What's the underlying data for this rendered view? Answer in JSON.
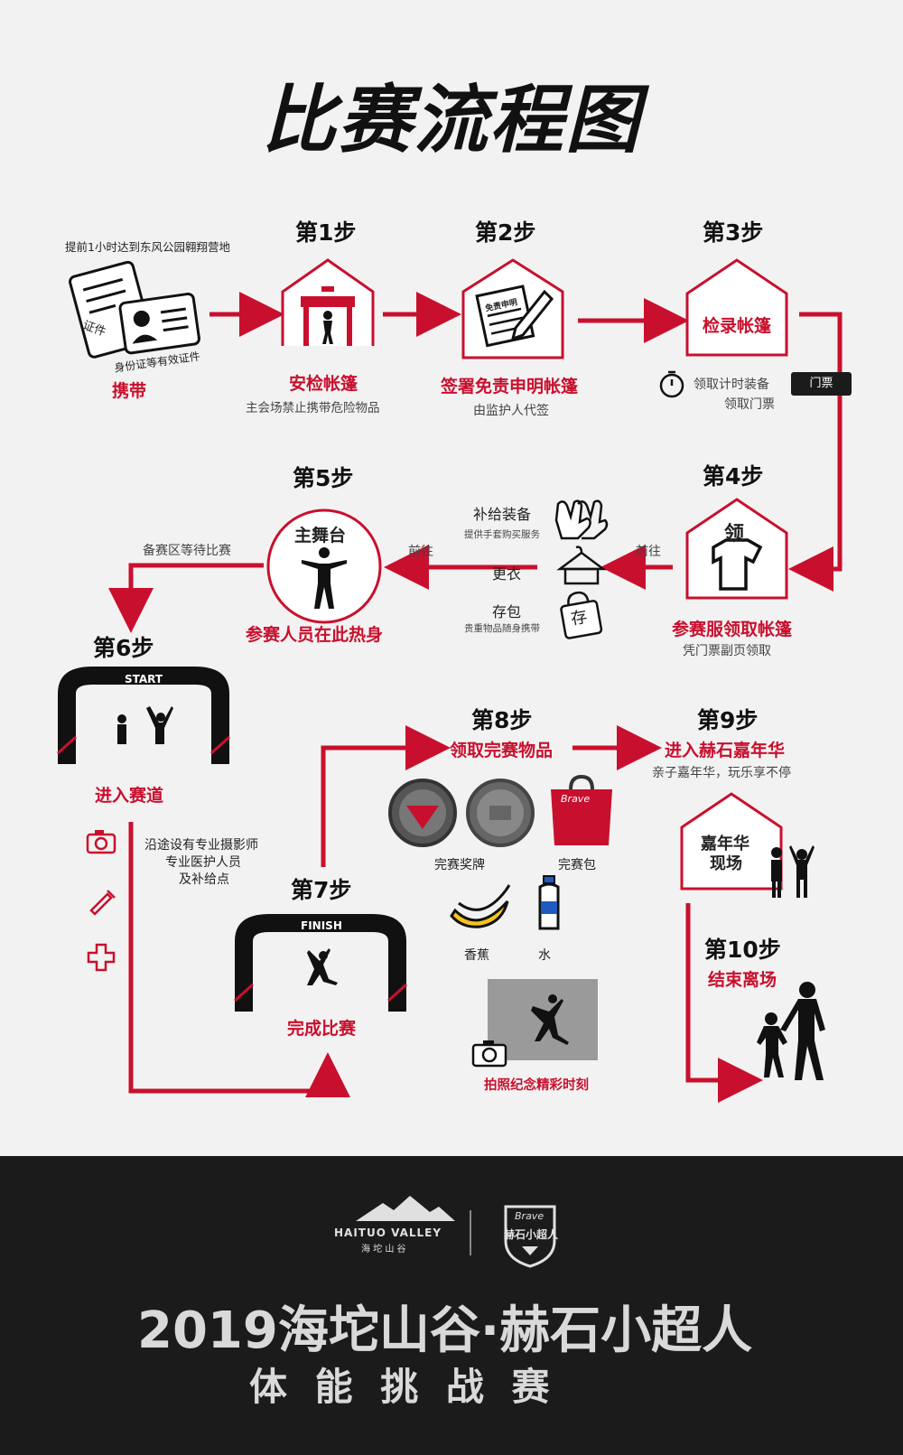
{
  "title": "比赛流程图",
  "colors": {
    "accent": "#c8102e",
    "dark": "#1b1b1b",
    "background": "#f3f2f2"
  },
  "start": {
    "note": "提前1小时达到东风公园翱翔营地",
    "card_text": "证件",
    "id_text": "身份证等有效证件",
    "label": "携带"
  },
  "step1": {
    "step": "第1步",
    "label": "安检帐篷",
    "desc": "主会场禁止携带危险物品"
  },
  "step2": {
    "step": "第2步",
    "label": "签署免责申明帐篷",
    "desc": "由监护人代签",
    "doc_text": "免责申明"
  },
  "step3": {
    "step": "第3步",
    "label": "检录帐篷",
    "item1": "领取计时装备",
    "item2": "领取门票",
    "ticket": "门票"
  },
  "step4": {
    "step": "第4步",
    "tent_text": "领",
    "label": "参赛服领取帐篷",
    "desc": "凭门票副页领取",
    "go": "前往"
  },
  "services": {
    "supply": "补给装备",
    "supply_desc": "提供手套购买服务",
    "change": "更衣",
    "storage": "存包",
    "storage_desc": "贵重物品随身携带",
    "storage_icon_text": "存",
    "go": "前往"
  },
  "step5": {
    "step": "第5步",
    "stage": "主舞台",
    "label": "参赛人员在此热身",
    "wait": "备赛区等待比赛"
  },
  "step6": {
    "step": "第6步",
    "arch_text": "START",
    "label": "进入赛道"
  },
  "track": {
    "line1": "沿途设有专业摄影师",
    "line2": "专业医护人员",
    "line3": "及补给点"
  },
  "step7": {
    "step": "第7步",
    "arch_text": "FINISH",
    "label": "完成比赛"
  },
  "step8": {
    "step": "第8步",
    "label": "领取完赛物品",
    "medal": "完赛奖牌",
    "bag": "完赛包",
    "banana": "香蕉",
    "water": "水",
    "photo": "拍照纪念精彩时刻",
    "bag_brand": "Brave"
  },
  "step9": {
    "step": "第9步",
    "label": "进入赫石嘉年华",
    "desc": "亲子嘉年华，玩乐享不停",
    "tent_line1": "嘉年华",
    "tent_line2": "现场"
  },
  "step10": {
    "step": "第10步",
    "label": "结束离场"
  },
  "footer": {
    "logo1_en": "HAITUO VALLEY",
    "logo1_cn": "海 坨 山 谷",
    "logo2_top": "Brave",
    "logo2_cn": "赫石小超人",
    "title": "2019海坨山谷·赫石小超人",
    "subtitle": "体 能 挑 战 赛"
  }
}
